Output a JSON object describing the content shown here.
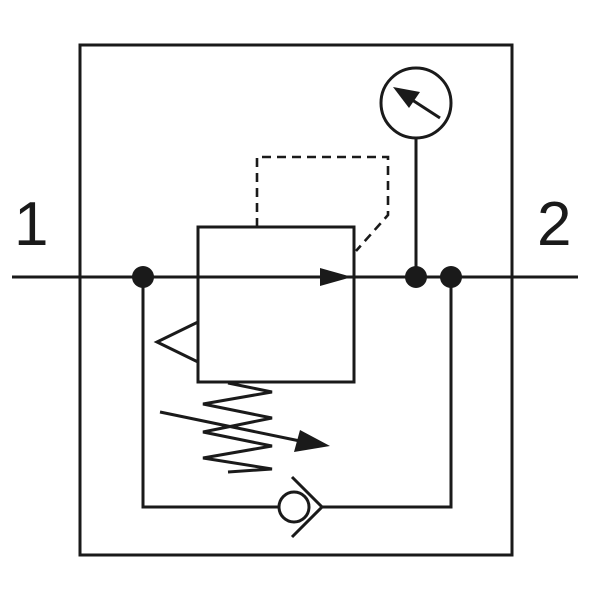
{
  "diagram": {
    "ports": {
      "inlet_label": "1",
      "outlet_label": "2"
    },
    "colors": {
      "line": "#1a1a1a",
      "background": "#ffffff"
    },
    "components": [
      "pressure-regulator-valve",
      "adjustable-spring",
      "pressure-gauge",
      "pilot-line",
      "check-valve-bypass",
      "relief-vent-triangle"
    ]
  }
}
